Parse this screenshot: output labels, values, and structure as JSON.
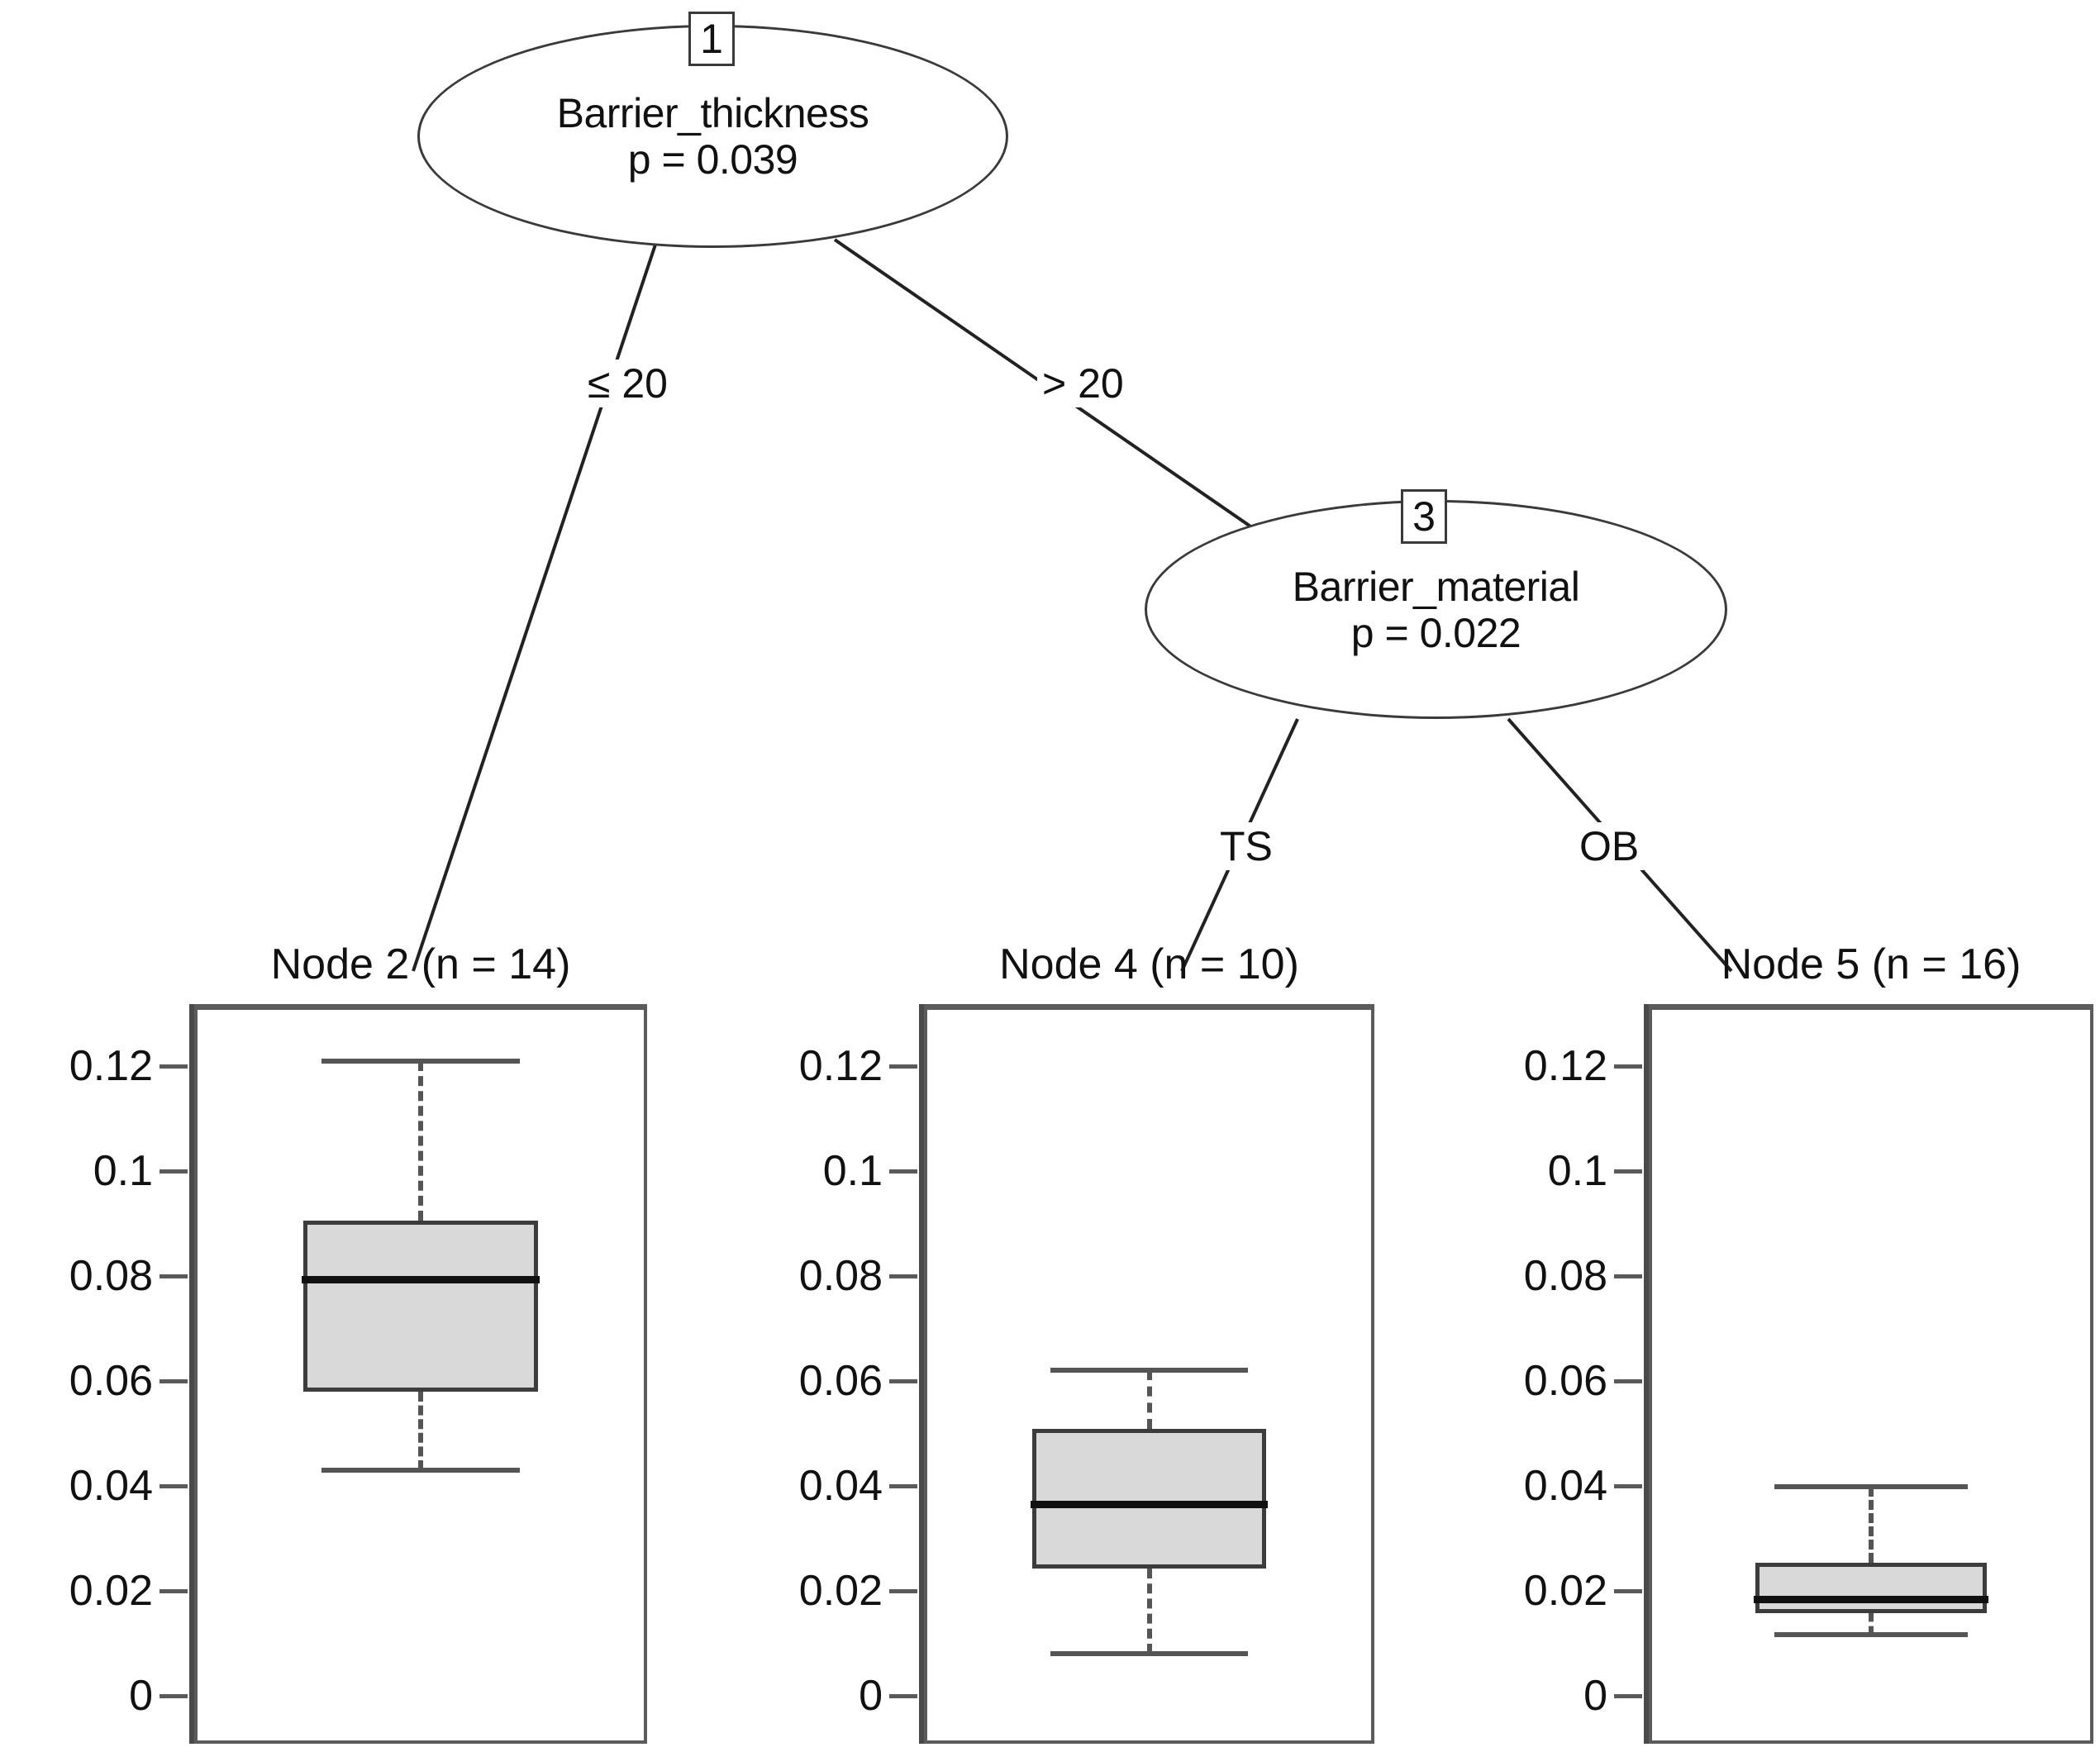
{
  "tree": {
    "nodes": [
      {
        "id": "1",
        "badge": "1",
        "label": "Barrier_thickness",
        "pvalue": "p = 0.039"
      },
      {
        "id": "3",
        "badge": "3",
        "label": "Barrier_material",
        "pvalue": "p = 0.022"
      }
    ],
    "edges": [
      {
        "from": "1",
        "to": "2",
        "label": "≤ 20"
      },
      {
        "from": "1",
        "to": "3",
        "label": "> 20"
      },
      {
        "from": "3",
        "to": "4",
        "label": "TS"
      },
      {
        "from": "3",
        "to": "5",
        "label": "OB"
      }
    ]
  },
  "chart_data": {
    "type": "box",
    "title": "",
    "ylabel": "",
    "ylim": [
      0,
      0.13
    ],
    "yticks": [
      0.12,
      0.1,
      0.08,
      0.06,
      0.04,
      0.02,
      0
    ],
    "ytick_labels": [
      "0.12",
      "0.1",
      "0.08",
      "0.06",
      "0.04",
      "0.02",
      "0"
    ],
    "grid": false,
    "legend": "none",
    "panels": [
      {
        "title": "Node 2 (n = 14)",
        "n": 14,
        "whisker_low": 0.043,
        "q1": 0.058,
        "median": 0.0793,
        "q3": 0.0905,
        "whisker_high": 0.121
      },
      {
        "title": "Node 4 (n = 10)",
        "n": 10,
        "whisker_low": 0.008,
        "q1": 0.0243,
        "median": 0.0365,
        "q3": 0.0508,
        "whisker_high": 0.0621
      },
      {
        "title": "Node 5 (n = 16)",
        "n": 16,
        "whisker_low": 0.0117,
        "q1": 0.0158,
        "median": 0.0185,
        "q3": 0.0254,
        "whisker_high": 0.0398
      }
    ]
  }
}
